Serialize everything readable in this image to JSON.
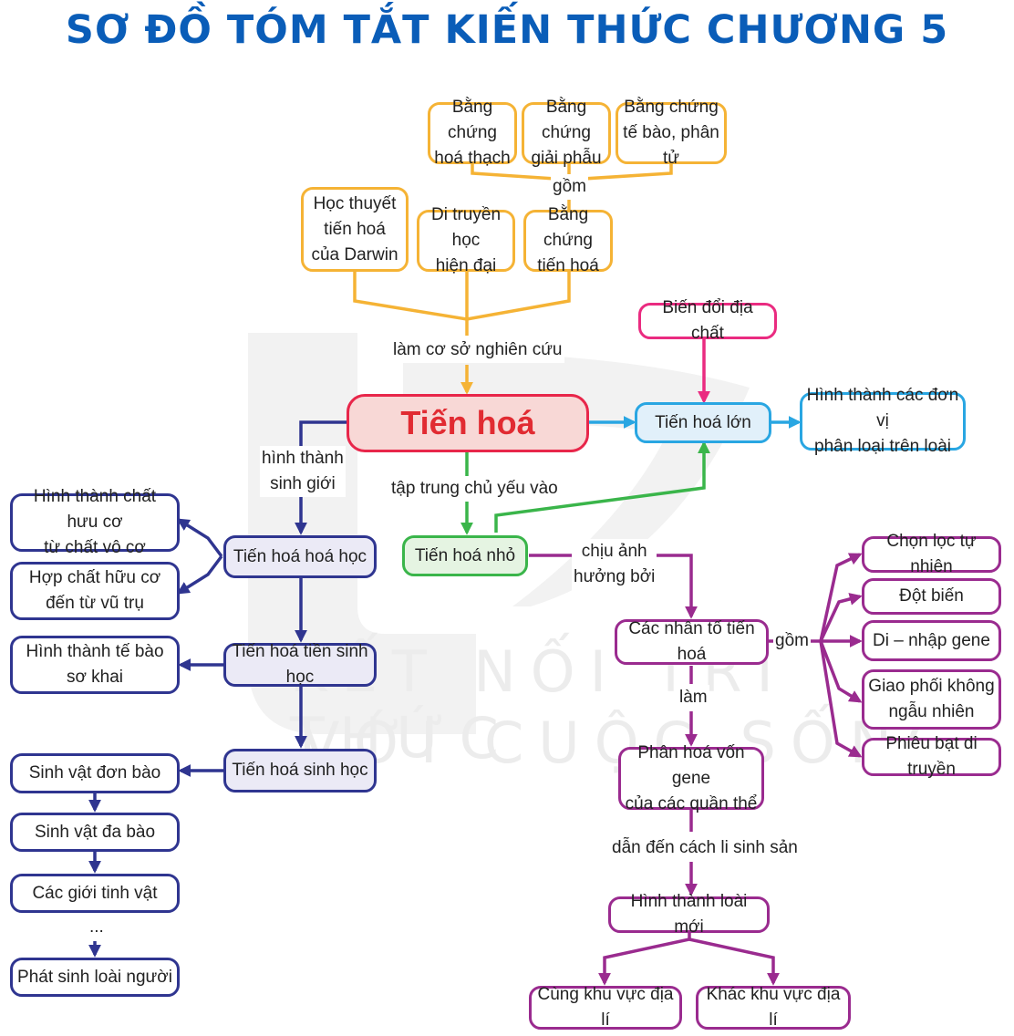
{
  "title": "SƠ ĐỒ TÓM TẮT KIẾN THỨC CHƯƠNG 5",
  "watermark": {
    "line1": "KẾT NỐI TRI THỨC",
    "line2": "VỚI CUỘC SỐNG"
  },
  "nodes": {
    "bang_chung_hoa_thach": "Bằng chứng\nhoá thạch",
    "bang_chung_giai_phau": "Bằng chứng\ngiải phẫu",
    "bang_chung_te_bao": "Bằng chứng\ntế bào, phân tử",
    "hoc_thuyet_darwin": "Học thuyết\ntiến hoá\ncủa Darwin",
    "di_truyen_hoc": "Di truyền học\nhiện đại",
    "bang_chung_tien_hoa": "Bằng chứng\ntiến hoá",
    "bien_doi_dia_chat": "Biến đổi địa chất",
    "tien_hoa": "Tiến hoá",
    "tien_hoa_lon": "Tiến hoá lớn",
    "hinh_thanh_don_vi": "Hình thành các đơn vị\nphân loại trên loài",
    "hinh_thanh_chat_huu_co": "Hình thành chất hưu cơ\ntừ chất vô cơ",
    "hop_chat_huu_co": "Hợp chất hữu cơ\nđến từ vũ trụ",
    "tien_hoa_hoa_hoc": "Tiến hoá hoá học",
    "tien_hoa_nho": "Tiến hoá nhỏ",
    "hinh_thanh_te_bao": "Hình thành tế bào\nsơ khai",
    "tien_hoa_tien_sinh_hoc": "Tiến hoá tiền sinh học",
    "sinh_vat_don_bao": "Sinh vật đơn bào",
    "tien_hoa_sinh_hoc": "Tiến hoá sinh học",
    "sinh_vat_da_bao": "Sinh vật đa bào",
    "cac_gioi_sinh_vat": "Các giới tinh vật",
    "phat_sinh_loai_nguoi": "Phát sinh loài người",
    "cac_nhan_to": "Các nhân tố tiến hoá",
    "chon_loc": "Chọn lọc tự nhiên",
    "dot_bien": "Đột biến",
    "di_nhap_gene": "Di – nhập gene",
    "giao_phoi": "Giao phối không\nngẫu nhiên",
    "phieu_bat": "Phiêu bạt di truyền",
    "phan_hoa": "Phân hoá vốn gene\ncủa các quần thể",
    "hinh_thanh_loai_moi": "Hình thành loài mới",
    "cung_khu_vuc": "Cùng khu vực địa lí",
    "khac_khu_vuc": "Khác khu vực địa lí"
  },
  "labels": {
    "gom_top": "gồm",
    "lam_co_so": "làm cơ sở nghiên cứu",
    "hinh_thanh_sinh_gioi": "hình thành\nsinh giới",
    "tap_trung": "tập trung chủ yếu vào",
    "chiu_anh_huong": "chịu ảnh\nhưởng bởi",
    "gom_right": "gồm",
    "lam": "làm",
    "dan_den": "dẫn đến cách li sinh sản",
    "ellipsis": "..."
  },
  "colors": {
    "title": "#0a5db8",
    "orange": "#f5b335",
    "red": "#e8264a",
    "pink": "#ea2b80",
    "blue": "#29a6e2",
    "green": "#3ab54a",
    "navy": "#2f3590",
    "purple": "#9a2b8f",
    "watermark": "#ececec"
  }
}
